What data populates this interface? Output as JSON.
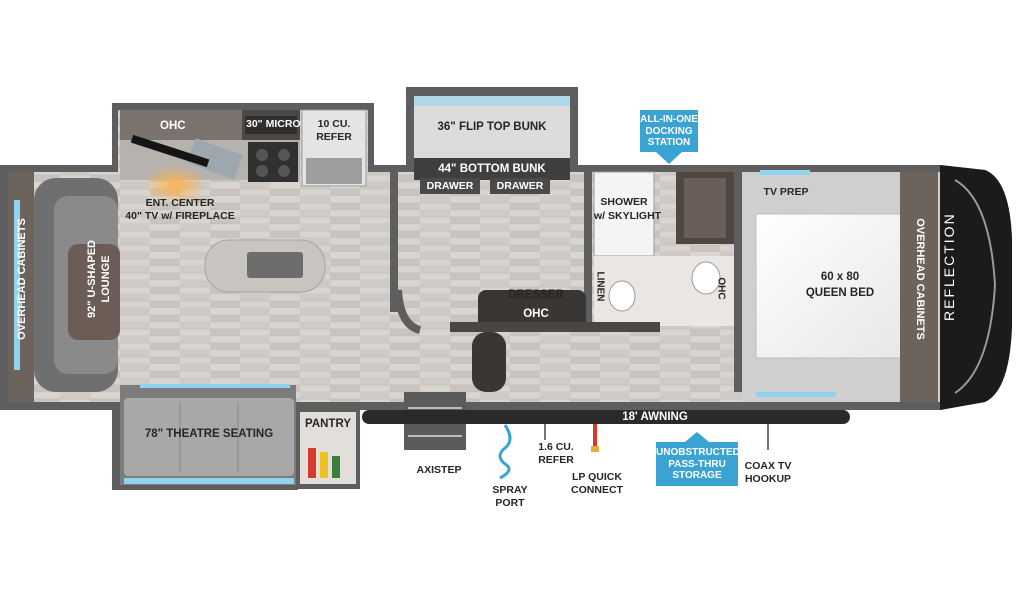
{
  "brand": "REFLECTION",
  "labels": {
    "ohc_kitchen": "OHC",
    "micro": "30\" MICRO",
    "refer_l1": "10 CU.",
    "refer_l2": "REFER",
    "flip_bunk": "36\" FLIP TOP BUNK",
    "bottom_bunk": "44\" BOTTOM BUNK",
    "drawer_left": "DRAWER",
    "drawer_right": "DRAWER",
    "shower_l1": "SHOWER",
    "shower_l2": "w/ SKYLIGHT",
    "tv_prep": "TV PREP",
    "ent_l1": "ENT. CENTER",
    "ent_l2": "40\" TV w/ FIREPLACE",
    "lounge_l1": "92\" U-SHAPED",
    "lounge_l2": "LOUNGE",
    "overhead_left": "OVERHEAD CABINETS",
    "overhead_right": "OVERHEAD CABINETS",
    "dresser": "DRESSER",
    "ohc_mid": "OHC",
    "linen": "LINEN",
    "ohc_bath": "OHC",
    "bed_l1": "60 x 80",
    "bed_l2": "QUEEN BED",
    "theatre": "78\" THEATRE SEATING",
    "pantry": "PANTRY",
    "awning": "18' AWNING",
    "axistep": "AXISTEP",
    "spray_l1": "SPRAY",
    "spray_l2": "PORT",
    "small_refer_l1": "1.6 CU.",
    "small_refer_l2": "REFER",
    "lp_l1": "LP QUICK",
    "lp_l2": "CONNECT",
    "coax_l1": "COAX TV",
    "coax_l2": "HOOKUP"
  },
  "callouts": {
    "docking": [
      "ALL-IN-ONE",
      "DOCKING",
      "STATION"
    ],
    "storage": [
      "UNOBSTRUCTED",
      "PASS-THRU",
      "STORAGE"
    ]
  },
  "colors": {
    "callout_blue": "#3aa3d4",
    "outer_wall": "#5b5b5b",
    "floor": "#d6d2ce",
    "cabinet": "#6b635c",
    "window_blue": "#8fd3f0"
  }
}
